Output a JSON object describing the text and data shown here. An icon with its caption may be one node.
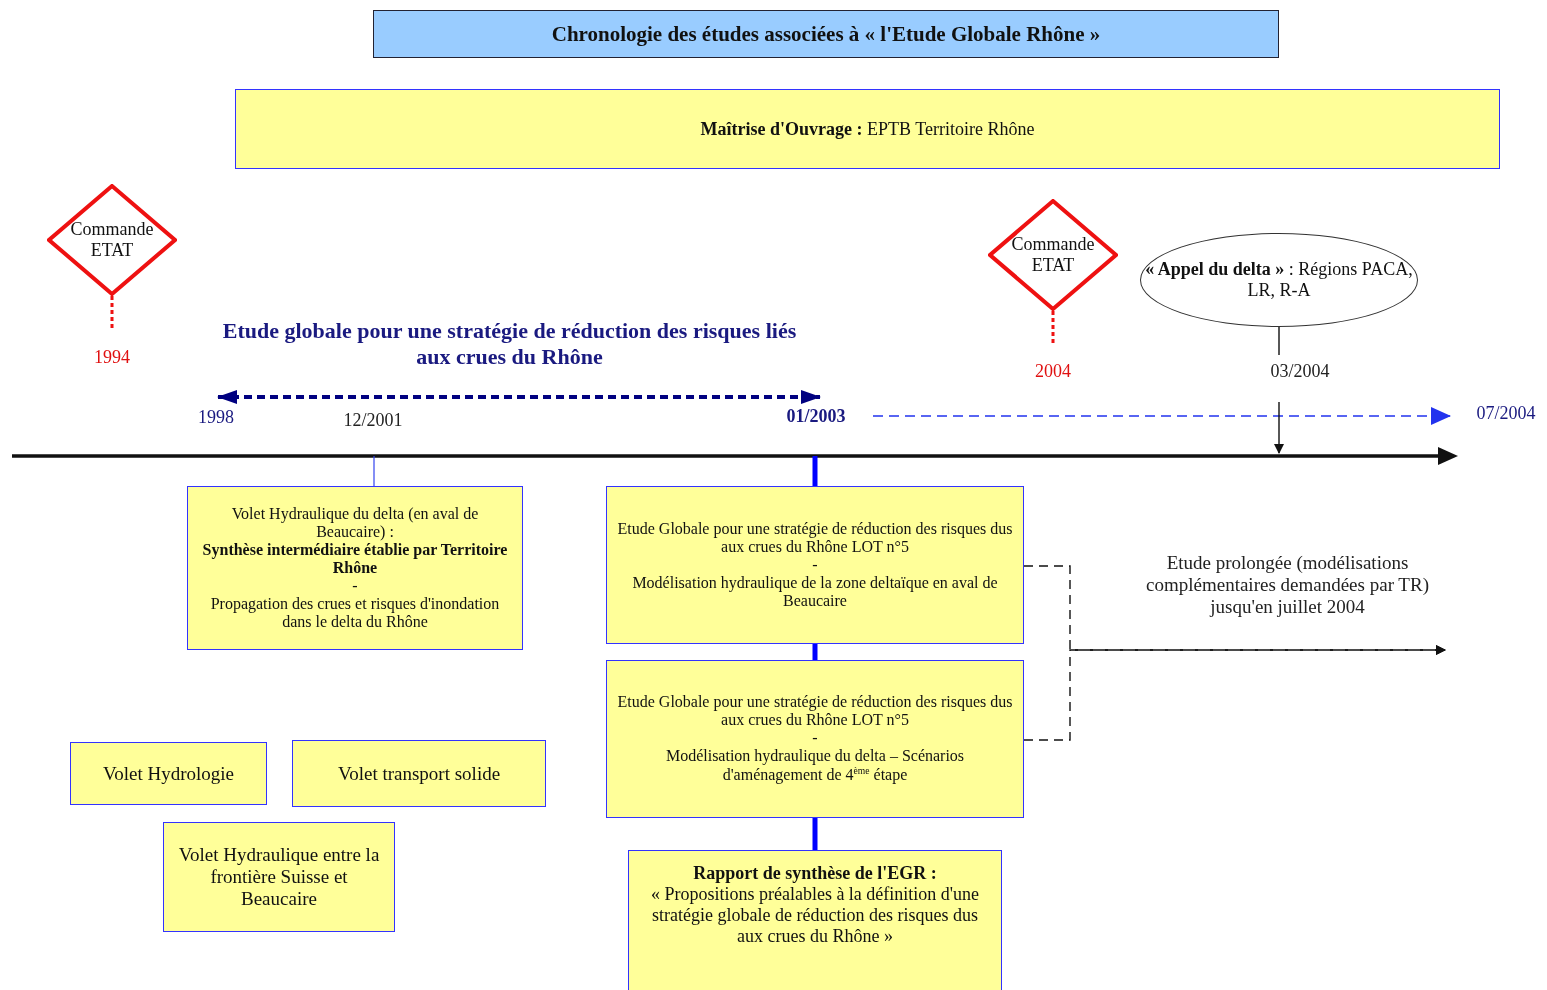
{
  "diagram": {
    "title": "Chronologie des études associées à « l'Etude Globale Rhône »",
    "nodes": [
      {
        "text": [
          "**Maîtrise d'Ouvrage :** EPTB Territoire Rhône"
        ]
      },
      {
        "text": [
          "Commande ETAT"
        ],
        "beside": [
          "1994"
        ]
      },
      {
        "text": [
          "Commande ETAT"
        ],
        "beside": [
          "2004"
        ]
      },
      {
        "text": [
          "**« Appel du delta »** : Régions PACA, LR, R-A"
        ]
      },
      {
        "text": [
          "Volet Hydraulique du delta (en aval de Beaucaire) :",
          "Synthèse intermédiaire établie par Territoire Rhône",
          "-",
          "Propagation des crues et risques d'inondation dans le delta du Rhône"
        ]
      },
      {
        "text": [
          "Etude Globale pour une stratégie de réduction des risques dus aux crues du Rhône LOT n°5",
          "-",
          "Modélisation hydraulique de la zone deltaïque en aval de Beaucaire"
        ]
      },
      {
        "text": [
          "Etude Globale pour une stratégie de réduction des risques dus aux crues du Rhône LOT n°5",
          "-",
          "Modélisation hydraulique du delta – Scénarios d'aménagement de 4$^{ème}$ étape"
        ]
      },
      {
        "text": [
          "Rapport de synthèse de l'EGR :",
          "« Propositions préalables à la définition d'une stratégie globale de réduction des risques dus aux crues du Rhône »"
        ]
      },
      {
        "text": [
          "Volet Hydrologie"
        ]
      },
      {
        "text": [
          "Volet transport solide"
        ]
      },
      {
        "text": [
          "Volet Hydraulique entre la frontière Suisse et Beaucaire"
        ]
      }
    ],
    "edges": [
      {
        "from": 5,
        "to": 6,
        "arrow": "none",
        "style": "thick",
        "color": "#0000ff"
      },
      {
        "from": 6,
        "to": 7,
        "arrow": "none",
        "style": "thick",
        "color": "#0000ff"
      },
      {
        "from": 3,
        "to": null,
        "arrow": "to"
      },
      {
        "from": 5,
        "to": null,
        "arrow": "to",
        "style": "dashed"
      },
      {
        "from": 6,
        "to": null,
        "arrow": "to",
        "style": "dashed"
      }
    ],
    "labels": [
      "Etude globale pour une stratégie de réduction des risques liés aux crues du Rhône",
      "1998",
      "12/2001",
      "01/2003",
      "03/2004",
      "07/2004",
      "Etude prolongée (modélisations complémentaires demandées par TR) jusqu'en juillet 2004"
    ]
  }
}
